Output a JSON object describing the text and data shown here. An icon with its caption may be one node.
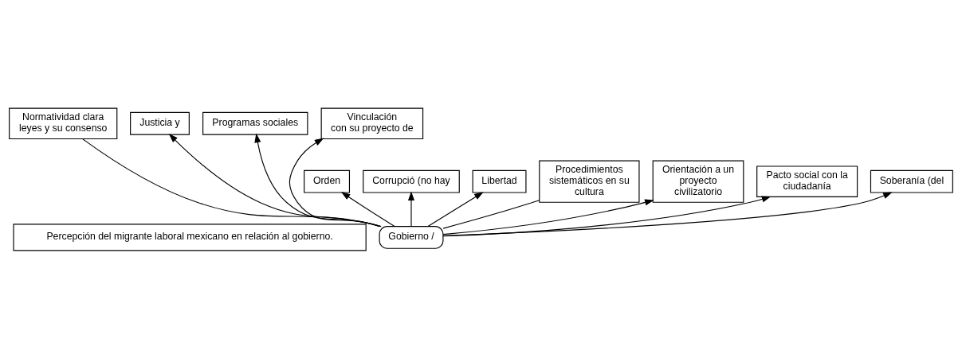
{
  "diagram": {
    "nodes": [
      {
        "text": [
          "Percepción del migrante laboral mexicano en relación al gobierno."
        ]
      },
      {
        "text": [
          "Normatividad clara leyes y su consenso"
        ]
      },
      {
        "text": [
          "Justicia y"
        ]
      },
      {
        "text": [
          "Programas sociales"
        ]
      },
      {
        "text": [
          "Vinculación",
          "con su proyecto de"
        ]
      },
      {
        "text": [
          "Orden"
        ]
      },
      {
        "text": [
          "Corrupció (no hay"
        ]
      },
      {
        "text": [
          "Libertad"
        ]
      },
      {
        "text": [
          "Procedimientos sistemáticos en su cultura"
        ]
      },
      {
        "text": [
          "Orientación a un proyecto civilizatorio"
        ]
      },
      {
        "text": [
          "Pacto social con la ciudadanía"
        ]
      },
      {
        "text": [
          "Soberanía (del"
        ]
      },
      {
        "text": [
          "Gobierno /"
        ]
      }
    ],
    "edges": [
      {
        "from": 12,
        "to": 11,
        "arrow": "to"
      },
      {
        "from": 12,
        "to": 9,
        "arrow": "to"
      },
      {
        "from": 12,
        "to": 5,
        "arrow": "to"
      },
      {
        "from": 12,
        "to": 6,
        "arrow": "to"
      },
      {
        "from": 12,
        "to": 2,
        "arrow": "to"
      },
      {
        "from": 12,
        "to": 3,
        "arrow": "to"
      },
      {
        "from": 12,
        "to": 1,
        "arrow": "none"
      },
      {
        "from": 12,
        "to": 7,
        "arrow": "to"
      },
      {
        "from": 12,
        "to": 4,
        "arrow": "to"
      },
      {
        "from": 12,
        "to": 8,
        "arrow": "none"
      },
      {
        "from": 12,
        "to": 10,
        "arrow": "to"
      }
    ]
  }
}
